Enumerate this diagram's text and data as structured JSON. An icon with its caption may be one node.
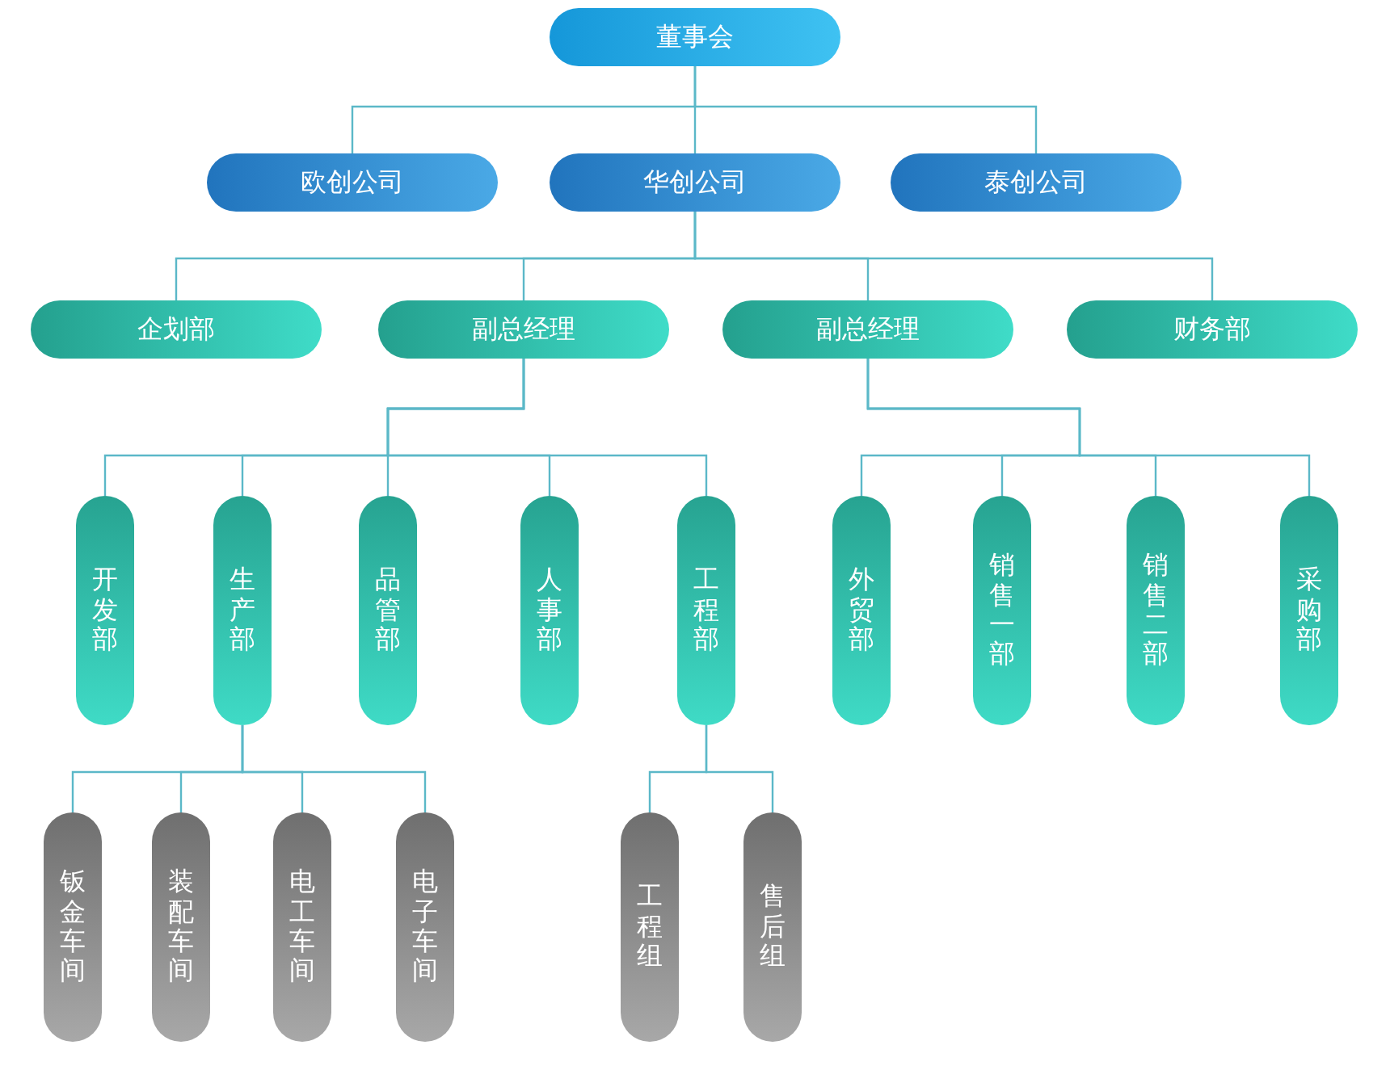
{
  "diagram": {
    "nodes": [
      {
        "text": [
          "董事会"
        ]
      },
      {
        "text": [
          "欧创公司"
        ]
      },
      {
        "text": [
          "华创公司"
        ]
      },
      {
        "text": [
          "泰创公司"
        ]
      },
      {
        "text": [
          "企划部"
        ]
      },
      {
        "text": [
          "副总经理"
        ]
      },
      {
        "text": [
          "副总经理"
        ]
      },
      {
        "text": [
          "财务部"
        ]
      },
      {
        "text": [
          "开发部"
        ]
      },
      {
        "text": [
          "生产部"
        ]
      },
      {
        "text": [
          "品管部"
        ]
      },
      {
        "text": [
          "人事部"
        ]
      },
      {
        "text": [
          "工程部"
        ]
      },
      {
        "text": [
          "外贸部"
        ]
      },
      {
        "text": [
          "销售一部"
        ]
      },
      {
        "text": [
          "销售二部"
        ]
      },
      {
        "text": [
          "采购部"
        ]
      },
      {
        "text": [
          "钣金车间"
        ]
      },
      {
        "text": [
          "装配车间"
        ]
      },
      {
        "text": [
          "电工车间"
        ]
      },
      {
        "text": [
          "电子车间"
        ]
      },
      {
        "text": [
          "工程组"
        ]
      },
      {
        "text": [
          "售后组"
        ]
      }
    ],
    "edges": [
      {
        "from": 0,
        "to": 1,
        "arrow": "none"
      },
      {
        "from": 0,
        "to": 2,
        "arrow": "none"
      },
      {
        "from": 0,
        "to": 3,
        "arrow": "none"
      },
      {
        "from": 2,
        "to": 4,
        "arrow": "none"
      },
      {
        "from": 2,
        "to": 5,
        "arrow": "none"
      },
      {
        "from": 2,
        "to": 6,
        "arrow": "none"
      },
      {
        "from": 2,
        "to": 7,
        "arrow": "none"
      },
      {
        "from": 5,
        "to": 8,
        "arrow": "none"
      },
      {
        "from": 5,
        "to": 9,
        "arrow": "none"
      },
      {
        "from": 5,
        "to": 10,
        "arrow": "none"
      },
      {
        "from": 5,
        "to": 11,
        "arrow": "none"
      },
      {
        "from": 5,
        "to": 12,
        "arrow": "none"
      },
      {
        "from": 6,
        "to": 13,
        "arrow": "none"
      },
      {
        "from": 6,
        "to": 14,
        "arrow": "none"
      },
      {
        "from": 6,
        "to": 15,
        "arrow": "none"
      },
      {
        "from": 6,
        "to": 16,
        "arrow": "none"
      },
      {
        "from": 9,
        "to": 17,
        "arrow": "none"
      },
      {
        "from": 9,
        "to": 18,
        "arrow": "none"
      },
      {
        "from": 9,
        "to": 19,
        "arrow": "none"
      },
      {
        "from": 9,
        "to": 20,
        "arrow": "none"
      },
      {
        "from": 12,
        "to": 21,
        "arrow": "none"
      },
      {
        "from": 12,
        "to": 22,
        "arrow": "none"
      }
    ]
  }
}
